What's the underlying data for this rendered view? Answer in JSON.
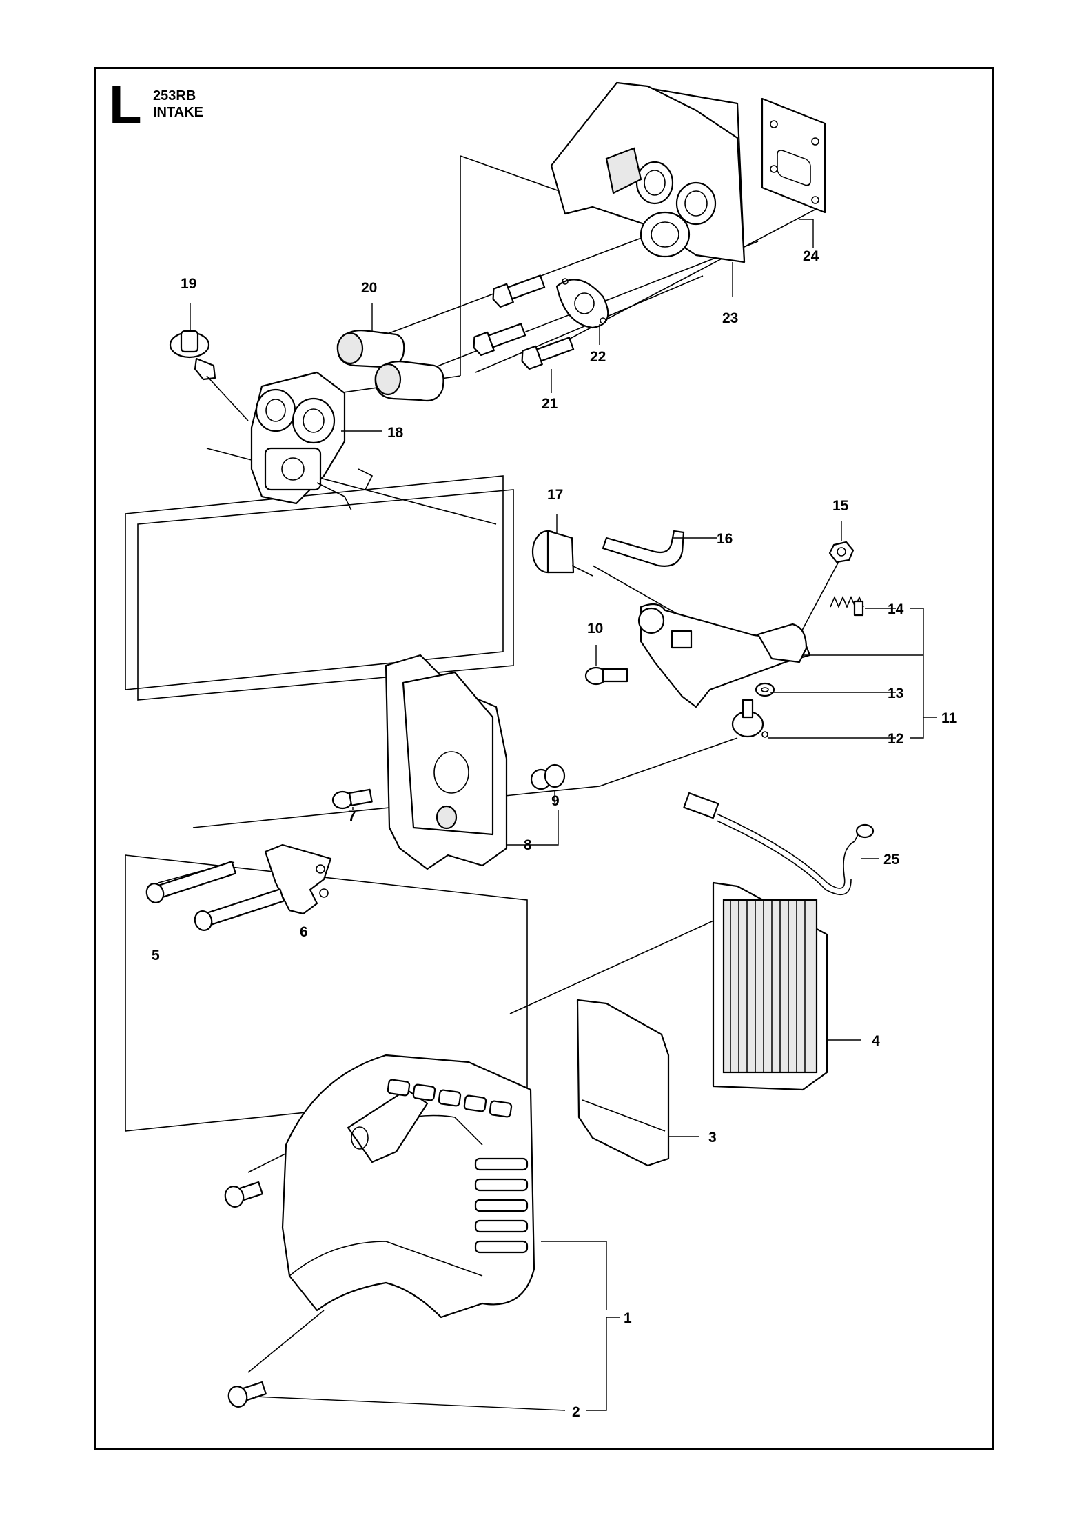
{
  "header": {
    "section_letter": "L",
    "model": "253RB",
    "title": "INTAKE"
  },
  "callouts": {
    "c1": "1",
    "c2": "2",
    "c3": "3",
    "c4": "4",
    "c5": "5",
    "c6": "6",
    "c7": "7",
    "c8": "8",
    "c9": "9",
    "c10": "10",
    "c11": "11",
    "c12": "12",
    "c13": "13",
    "c14": "14",
    "c15": "15",
    "c16": "16",
    "c17": "17",
    "c18": "18",
    "c19": "19",
    "c20": "20",
    "c21": "21",
    "c22": "22",
    "c23": "23",
    "c24": "24",
    "c25": "25"
  }
}
